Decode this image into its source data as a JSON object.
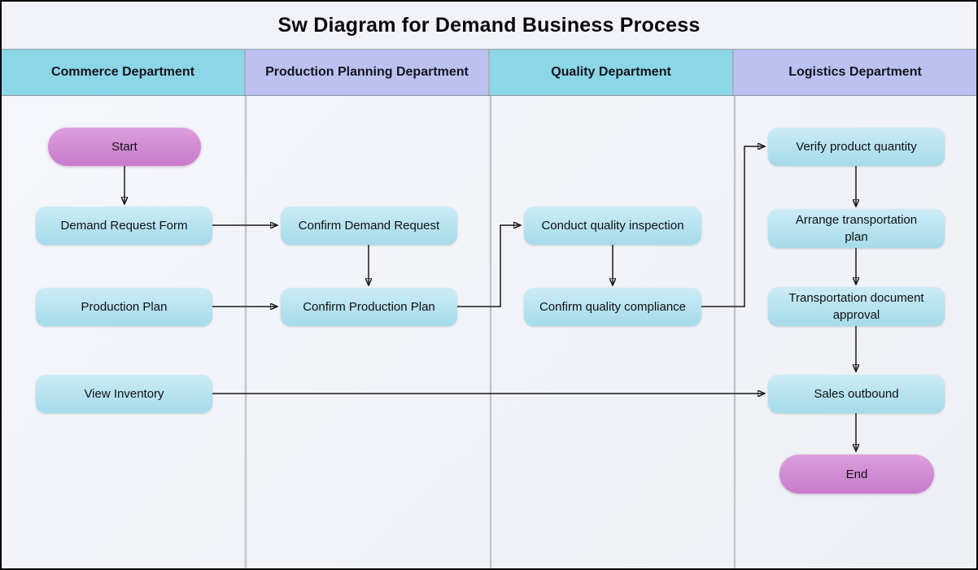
{
  "title": "Sw Diagram for Demand Business Process",
  "lanes": [
    {
      "label": "Commerce Department",
      "color": "#8bd6e7"
    },
    {
      "label": "Production Planning Department",
      "color": "#bcc1f2"
    },
    {
      "label": "Quality Department",
      "color": "#8bd6e7"
    },
    {
      "label": "Logistics Department",
      "color": "#bcc1f2"
    }
  ],
  "nodes": {
    "start": {
      "label": "Start",
      "type": "terminal",
      "lane": "Commerce Department"
    },
    "demand_request_form": {
      "label": "Demand Request Form",
      "type": "process",
      "lane": "Commerce Department"
    },
    "production_plan": {
      "label": "Production Plan",
      "type": "process",
      "lane": "Commerce Department"
    },
    "view_inventory": {
      "label": "View Inventory",
      "type": "process",
      "lane": "Commerce Department"
    },
    "confirm_demand_request": {
      "label": "Confirm Demand Request",
      "type": "process",
      "lane": "Production Planning Department"
    },
    "confirm_production_plan": {
      "label": "Confirm Production Plan",
      "type": "process",
      "lane": "Production Planning Department"
    },
    "conduct_quality_inspection": {
      "label": "Conduct quality inspection",
      "type": "process",
      "lane": "Quality Department"
    },
    "confirm_quality_compliance": {
      "label": "Confirm quality compliance",
      "type": "process",
      "lane": "Quality Department"
    },
    "verify_product_quantity": {
      "label": "Verify product quantity",
      "type": "process",
      "lane": "Logistics Department"
    },
    "arrange_transportation_plan": {
      "label": "Arrange transportation plan",
      "type": "process",
      "lane": "Logistics Department"
    },
    "transportation_document_approval": {
      "label": "Transportation document approval",
      "type": "process",
      "lane": "Logistics Department"
    },
    "sales_outbound": {
      "label": "Sales outbound",
      "type": "process",
      "lane": "Logistics Department"
    },
    "end": {
      "label": "End",
      "type": "terminal",
      "lane": "Logistics Department"
    }
  },
  "edges": [
    {
      "from": "Start",
      "to": "Demand Request Form"
    },
    {
      "from": "Demand Request Form",
      "to": "Confirm Demand Request"
    },
    {
      "from": "Confirm Demand Request",
      "to": "Confirm Production Plan"
    },
    {
      "from": "Production Plan",
      "to": "Confirm Production Plan"
    },
    {
      "from": "Confirm Production Plan",
      "to": "Conduct quality inspection"
    },
    {
      "from": "Conduct quality inspection",
      "to": "Confirm quality compliance"
    },
    {
      "from": "Confirm quality compliance",
      "to": "Verify product quantity"
    },
    {
      "from": "Verify product quantity",
      "to": "Arrange transportation plan"
    },
    {
      "from": "Arrange transportation plan",
      "to": "Transportation document approval"
    },
    {
      "from": "Transportation document approval",
      "to": "Sales outbound"
    },
    {
      "from": "View Inventory",
      "to": "Sales outbound"
    },
    {
      "from": "Sales outbound",
      "to": "End"
    }
  ],
  "colors": {
    "lane_header_cyan": "#8bd6e7",
    "lane_header_purple": "#bcc1f2",
    "process_node_top": "#cdecf6",
    "process_node_bottom": "#a6dbea",
    "terminal_node_top": "#de9fde",
    "terminal_node_bottom": "#c77bcb",
    "connector": "#1a1a1a",
    "lane_background": "#f1f3f8"
  }
}
